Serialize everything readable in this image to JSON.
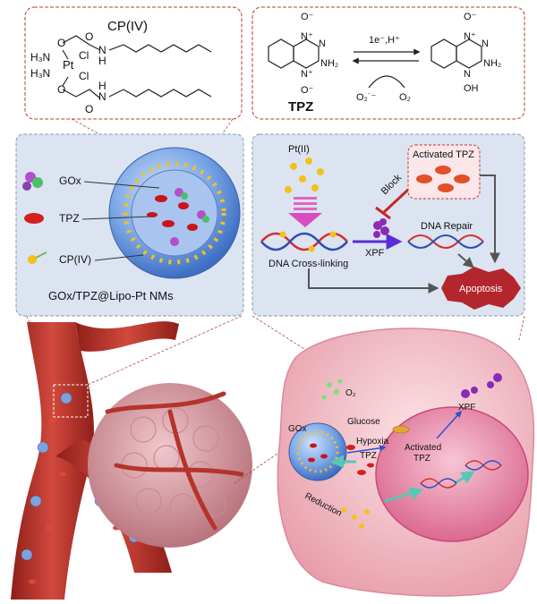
{
  "top_left": {
    "compound": "CP(IV)",
    "atoms": {
      "pt": "Pt",
      "h3n": "H₃N",
      "cl": "Cl",
      "o": "O",
      "n": "N",
      "h": "H"
    }
  },
  "top_right": {
    "reaction_condition": "1e⁻,H⁺",
    "superoxide": "O₂˙⁻",
    "oxygen": "O₂",
    "compound_name": "TPZ",
    "atoms": {
      "n": "N",
      "n_plus": "N⁺",
      "o_minus": "O⁻",
      "nh2": "NH₂",
      "oh": "OH"
    }
  },
  "legend": {
    "items": [
      {
        "label": "GOx"
      },
      {
        "label": "TPZ"
      },
      {
        "label": "CP(IV)"
      }
    ],
    "caption": "GOx/TPZ@Lipo-Pt NMs"
  },
  "mechanism": {
    "pt2": "Pt(II)",
    "activated_tpz": "Activated TPZ",
    "block": "Block",
    "xpf": "XPF",
    "dna_repair": "DNA Repair",
    "dna_crosslinking": "DNA Cross-linking",
    "apoptosis": "Apoptosis"
  },
  "cell": {
    "o2": "O₂",
    "gox": "GOx",
    "glucose": "Glucose",
    "hypoxia": "Hypoxia",
    "activated": "Activated",
    "tpz_small": "TPZ",
    "tpz": "TPZ",
    "xpf": "XPF",
    "reduction": "Reduction"
  },
  "colors": {
    "panel_border": "#c0392b",
    "panel_fill": "#dbe4f0",
    "vessel": "#b8342c",
    "cell_fill": "#f3c3cb",
    "nucleus": "#e889a6",
    "nanoparticle": "#6f9ede",
    "apoptosis": "#b3262e",
    "xpf_purple": "#8a2bb8",
    "pt_yellow": "#f2c21b",
    "tpz_red": "#d21f1f",
    "arrow_teal": "#55c9b6"
  }
}
